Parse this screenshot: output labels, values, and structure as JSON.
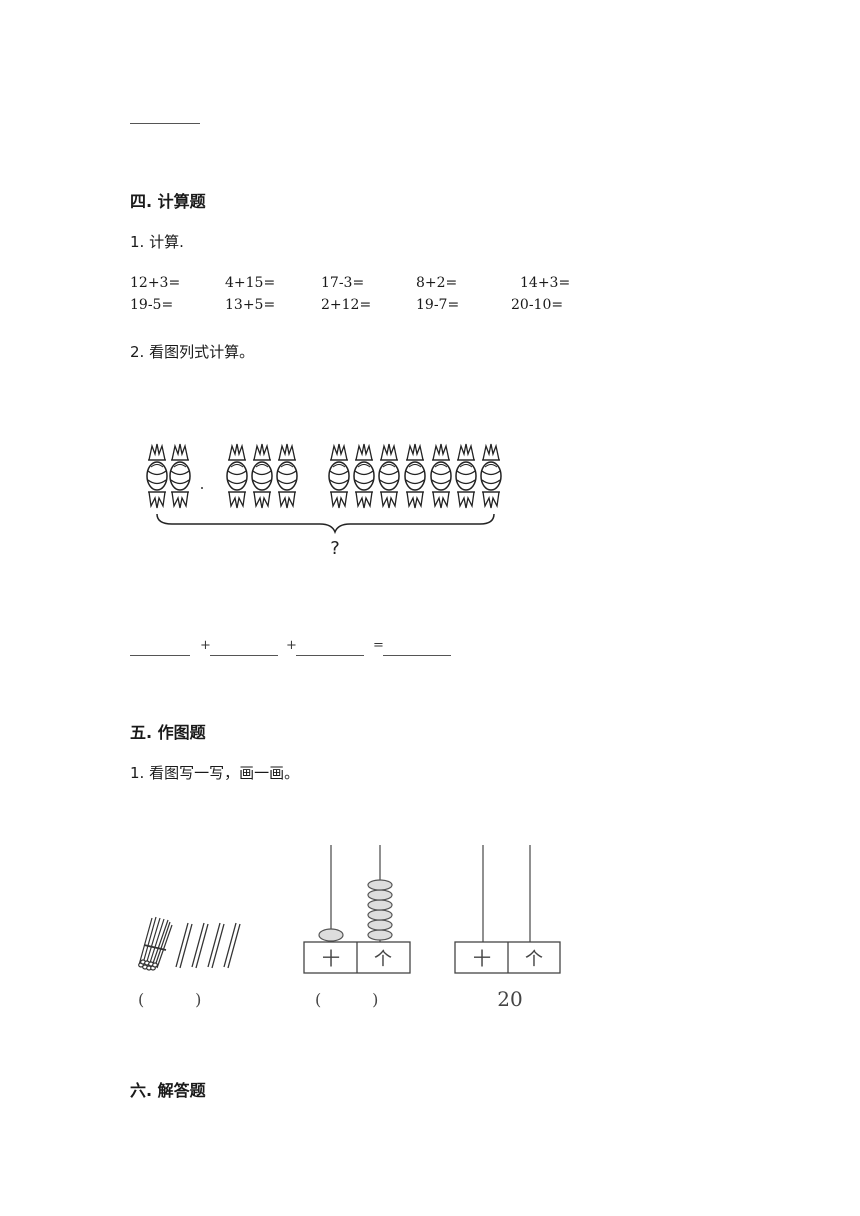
{
  "sections": {
    "s4": {
      "title": "四. 计算题"
    },
    "s5": {
      "title": "五. 作图题"
    },
    "s6": {
      "title": "六. 解答题"
    }
  },
  "q4_1": {
    "label": "1. 计算.",
    "row1": [
      "12+3=",
      "4+15=",
      "17-3=",
      "8+2=",
      "14+3="
    ],
    "row2": [
      "19-5=",
      "13+5=",
      "2+12=",
      "19-7=",
      "20-10="
    ]
  },
  "q4_2": {
    "label": "2. 看图列式计算。",
    "question_mark": "?",
    "candy_groups": [
      2,
      3,
      7
    ],
    "blanks": {
      "plus1": "+",
      "plus2": "+",
      "equals": "="
    }
  },
  "q5_1": {
    "label": "1. 看图写一写，画一画。",
    "sticks": {
      "bundles": 1,
      "singles": 4,
      "answer": "(          )"
    },
    "abacus1": {
      "tens_label": "十",
      "ones_label": "个",
      "tens_beads": 1,
      "ones_beads": 6,
      "answer": "(          )"
    },
    "abacus2": {
      "tens_label": "十",
      "ones_label": "个",
      "value": "20"
    }
  }
}
